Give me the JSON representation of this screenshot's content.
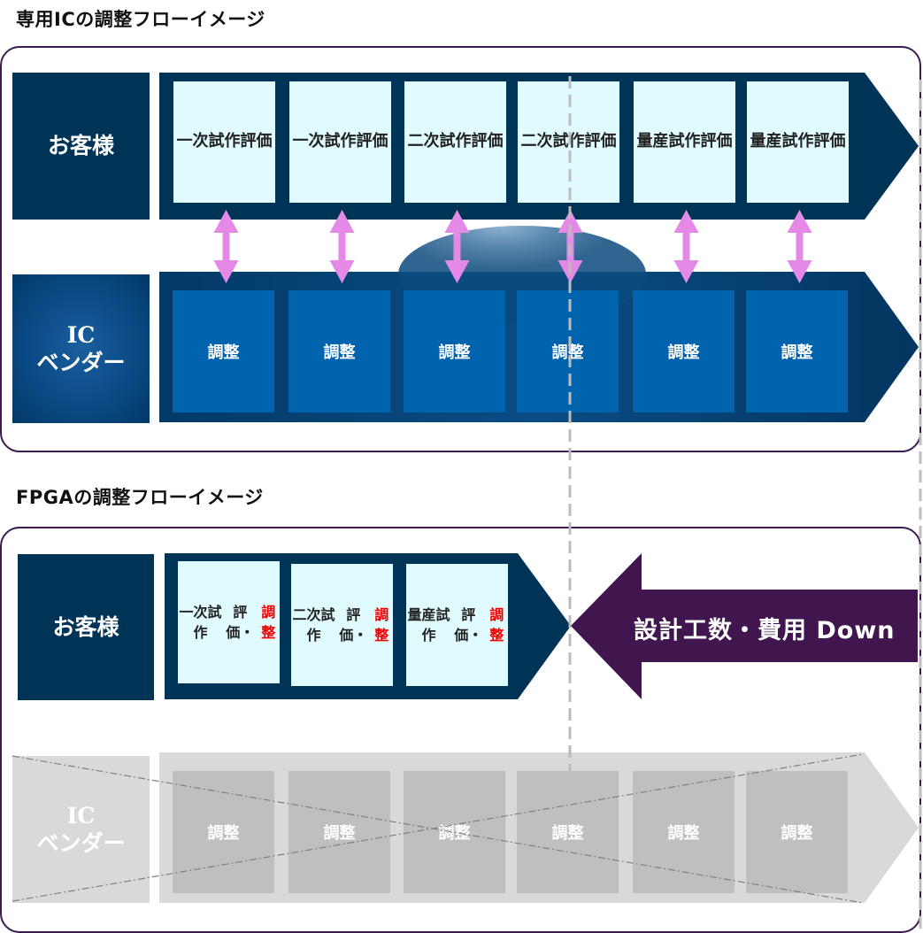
{
  "colors": {
    "navy": "#003457",
    "vendor_blue": "#0063ad",
    "eval_box": "#e0fbfd",
    "frame_purple": "#3d1a52",
    "arrow_purple": "#41164f",
    "pink_arrow": "#e589e6",
    "ghost_gray": "#d9d9d9",
    "ghost_box": "#bfbfbf",
    "highlight_red": "#ee0000"
  },
  "ic_flow": {
    "title": "専用ICの調整フローイメージ",
    "customer_label": "お客様",
    "vendor_label_line1": "IC",
    "vendor_label_line2": "ベンダー",
    "customer_steps": [
      {
        "line1": "一次試作",
        "line2": "評価"
      },
      {
        "line1": "一次試作",
        "line2": "評価"
      },
      {
        "line1": "二次試作",
        "line2": "評価"
      },
      {
        "line1": "二次試作",
        "line2": "評価"
      },
      {
        "line1": "量産試作",
        "line2": "評価"
      },
      {
        "line1": "量産試作",
        "line2": "評価"
      }
    ],
    "vendor_steps": [
      "調整",
      "調整",
      "調整",
      "調整",
      "調整",
      "調整"
    ],
    "exchange_icon": "double-headed-vertical-arrow"
  },
  "fpga_flow": {
    "title": "FPGAの調整フローイメージ",
    "customer_label": "お客様",
    "customer_steps": [
      {
        "line1": "一次試作",
        "line2a": "評価・",
        "line2b": "調整"
      },
      {
        "line1": "二次試作",
        "line2a": "評価・",
        "line2b": "調整"
      },
      {
        "line1": "量産試作",
        "line2a": "評価・",
        "line2b": "調整"
      }
    ],
    "reduction_label": "設計工数・費用 Down",
    "eliminated_vendor_label_line1": "IC",
    "eliminated_vendor_label_line2": "ベンダー",
    "eliminated_vendor_steps": [
      "調整",
      "調整",
      "調整",
      "調整",
      "調整",
      "調整"
    ]
  }
}
